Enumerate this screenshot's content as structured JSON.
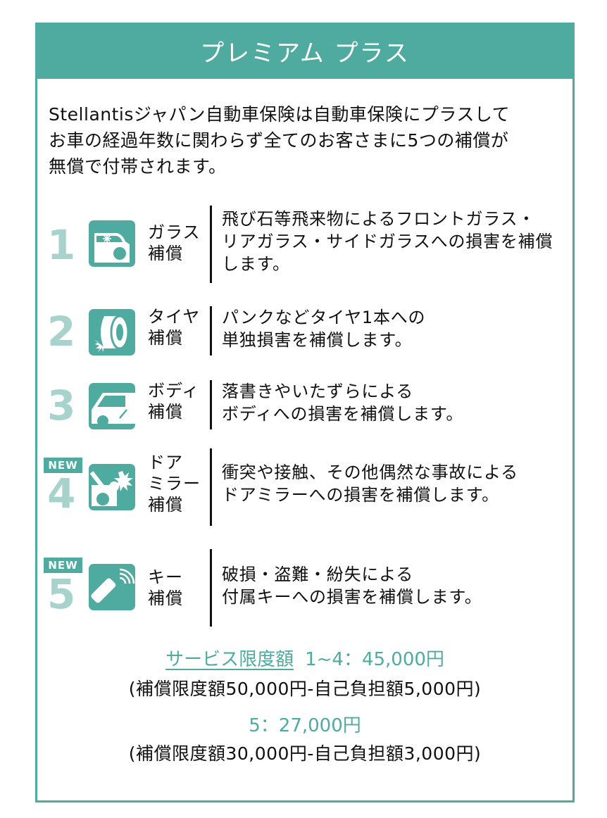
{
  "header": {
    "title": "プレミアム プラス"
  },
  "intro": {
    "lines": [
      "Stellantisジャパン自動車保険は自動車保険にプラスして",
      "お車の経過年数に関わらず全てのお客さまに5つの補償が",
      "無償で付帯されます。"
    ]
  },
  "colors": {
    "accent": "#4fab9f",
    "number": "#a8d3cc",
    "text": "#111111"
  },
  "coverages": [
    {
      "number": "1",
      "is_new": false,
      "icon": "car-windshield-icon",
      "label_lines": [
        "ガラス",
        "補償"
      ],
      "desc_lines": [
        "飛び石等飛来物によるフロントガラス・",
        "リアガラス・サイドガラスへの損害を補償",
        "します。"
      ]
    },
    {
      "number": "2",
      "is_new": false,
      "icon": "tire-icon",
      "label_lines": [
        "タイヤ",
        "補償"
      ],
      "desc_lines": [
        "パンクなどタイヤ1本への",
        "単独損害を補償します。"
      ]
    },
    {
      "number": "3",
      "is_new": false,
      "icon": "car-body-icon",
      "label_lines": [
        "ボディ",
        "補償"
      ],
      "desc_lines": [
        "落書きやいたずらによる",
        "ボディへの損害を補償します。"
      ]
    },
    {
      "number": "4",
      "is_new": true,
      "badge": "NEW",
      "icon": "door-mirror-icon",
      "label_lines": [
        "ドア",
        "ミラー",
        "補償"
      ],
      "desc_lines": [
        "衝突や接触、その他偶然な事故による",
        "ドアミラーへの損害を補償します。"
      ]
    },
    {
      "number": "5",
      "is_new": true,
      "badge": "NEW",
      "icon": "car-key-icon",
      "label_lines": [
        "キー",
        "補償"
      ],
      "desc_lines": [
        "破損・盗難・紛失による",
        "付属キーへの損害を補償します。"
      ]
    }
  ],
  "limits": {
    "link_label": "サービス限度額",
    "line1_value": "1~4：45,000円",
    "line1_detail": "(補償限度額50,000円-自己負担額5,000円)",
    "line2_value": "5：27,000円",
    "line2_detail": "(補償限度額30,000円-自己負担額3,000円)"
  }
}
